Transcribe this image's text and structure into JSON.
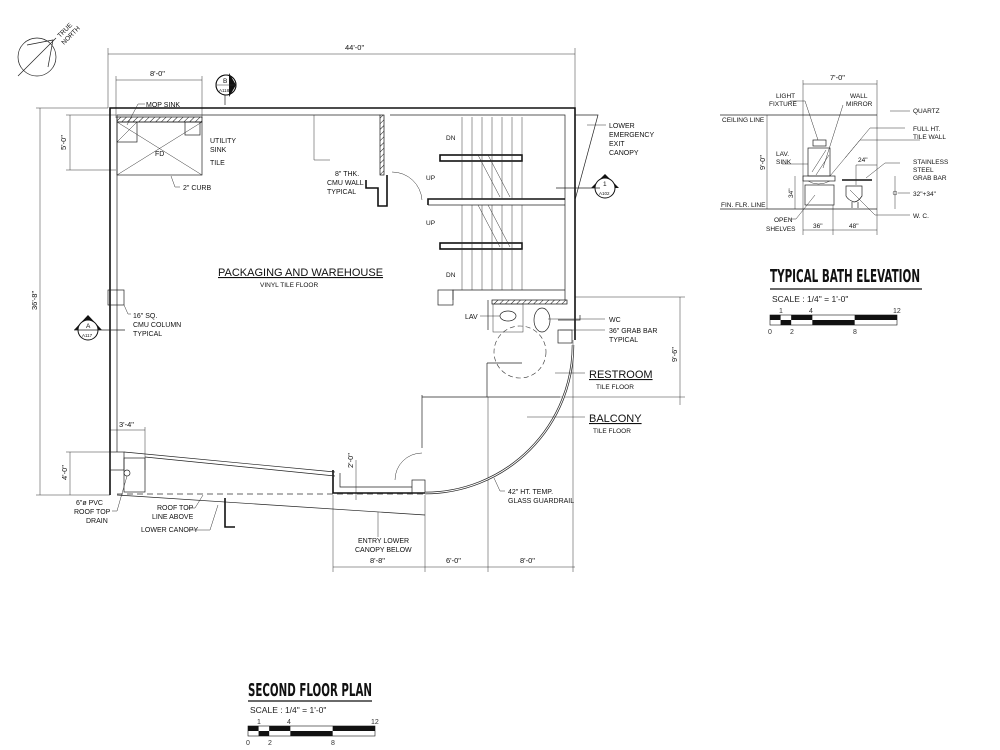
{
  "north_arrow": {
    "line1": "TRUE",
    "line2": "NORTH"
  },
  "plan": {
    "dims": {
      "overall_width": "44'-0\"",
      "mop_width": "8'-0\"",
      "mop_depth": "5'-0\"",
      "overall_depth": "36'-8\"",
      "corner_width": "3'-4\"",
      "corner_depth": "4'-0\"",
      "entry_offset": "2'-0\"",
      "restroom_depth": "9'-6\"",
      "bottom_1": "8'-8\"",
      "bottom_2": "6'-0\"",
      "bottom_3": "8'-0\""
    },
    "section_markers": [
      {
        "letter": "B",
        "sheet": "A118"
      },
      {
        "letter": "A",
        "sheet": "A117"
      },
      {
        "letter": "1",
        "sheet": "A102"
      }
    ],
    "labels": {
      "mop_sink": "MOP SINK",
      "utility_sink_1": "UTILITY",
      "utility_sink_2": "SINK",
      "tile": "TILE",
      "fd": "FD",
      "curb": "2\" CURB",
      "cmu_wall_1": "8\" THK.",
      "cmu_wall_2": "CMU WALL",
      "cmu_wall_3": "TYPICAL",
      "canopy_1": "LOWER",
      "canopy_2": "EMERGENCY",
      "canopy_3": "EXIT",
      "canopy_4": "CANOPY",
      "dn": "DN",
      "up": "UP",
      "column_1": "16\" SQ.",
      "column_2": "CMU COLUMN",
      "column_3": "TYPICAL",
      "lav": "LAV",
      "wc": "WC",
      "grab_bar_1": "36\" GRAB BAR",
      "grab_bar_2": "TYPICAL",
      "drain_1": "6\"ø PVC",
      "drain_2": "ROOF TOP",
      "drain_3": "DRAIN",
      "roof_line_1": "ROOF TOP",
      "roof_line_2": "LINE ABOVE",
      "lower_canopy": "LOWER CANOPY",
      "entry_1": "ENTRY LOWER",
      "entry_2": "CANOPY BELOW",
      "guardrail_1": "42\" HT. TEMP.",
      "guardrail_2": "GLASS GUARDRAIL"
    },
    "rooms": [
      {
        "name": "PACKAGING AND WAREHOUSE",
        "floor": "VINYL TILE FLOOR"
      },
      {
        "name": "RESTROOM",
        "floor": "TILE FLOOR"
      },
      {
        "name": "BALCONY",
        "floor": "TILE FLOOR"
      }
    ],
    "title": "SECOND FLOOR PLAN",
    "scale": "SCALE :  1/4\" = 1'-0\"",
    "scale_ticks_top": [
      "1",
      "4",
      "12"
    ],
    "scale_ticks_bottom": [
      "0",
      "2",
      "8"
    ]
  },
  "bath": {
    "dims": {
      "width": "7'-0\"",
      "height": "9'-0\"",
      "vanity_h": "34\"",
      "grab_offset": "24\"",
      "vanity_w": "36\"",
      "wc_w": "48\""
    },
    "labels": {
      "light_1": "LIGHT",
      "light_2": "FIXTURE",
      "mirror_1": "WALL",
      "mirror_2": "MIRROR",
      "ceiling": "CEILING LINE",
      "quartz": "QUARTZ",
      "tile_1": "FULL HT.",
      "tile_2": "TILE WALL",
      "sink_1": "LAV.",
      "sink_2": "SINK",
      "grab_1": "STAINLESS",
      "grab_2": "STEEL",
      "grab_3": "GRAB BAR",
      "grab_h": "32\"+34\"",
      "floor": "FIN. FLR. LINE",
      "shelves_1": "OPEN",
      "shelves_2": "SHELVES",
      "wc": "W. C."
    },
    "title": "TYPICAL BATH ELEVATION",
    "scale": "SCALE :  1/4\" = 1'-0\"",
    "scale_ticks_top": [
      "1",
      "4",
      "12"
    ],
    "scale_ticks_bottom": [
      "0",
      "2",
      "8"
    ]
  }
}
